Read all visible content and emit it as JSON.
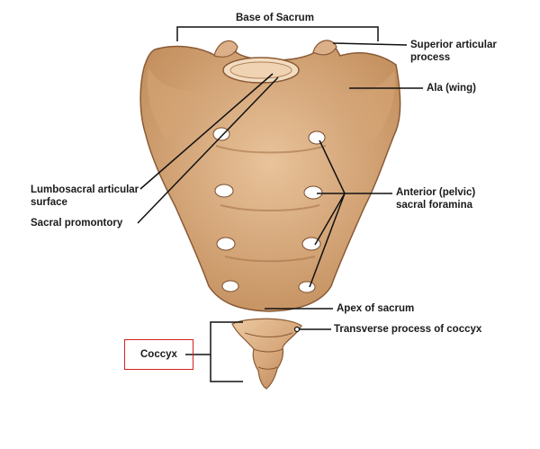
{
  "labels": {
    "base_of_sacrum": "Base of Sacrum",
    "superior_articular_process": [
      "Superior articular",
      "process"
    ],
    "ala": "Ala (wing)",
    "lumbosacral_articular_surface": [
      "Lumbosacral articular",
      "surface"
    ],
    "sacral_promontory": "Sacral promontory",
    "anterior_sacral_foramina": [
      "Anterior (pelvic)",
      "sacral foramina"
    ],
    "apex_of_sacrum": "Apex of sacrum",
    "transverse_process_of_coccyx": "Transverse process of coccyx",
    "coccyx": "Coccyx"
  },
  "colors": {
    "bone_light": "#e6bf96",
    "bone_mid": "#c8976a",
    "bone_dark": "#8a5a36",
    "foramen": "#ffffff",
    "leader": "#111111",
    "highlight": "#d42020"
  }
}
